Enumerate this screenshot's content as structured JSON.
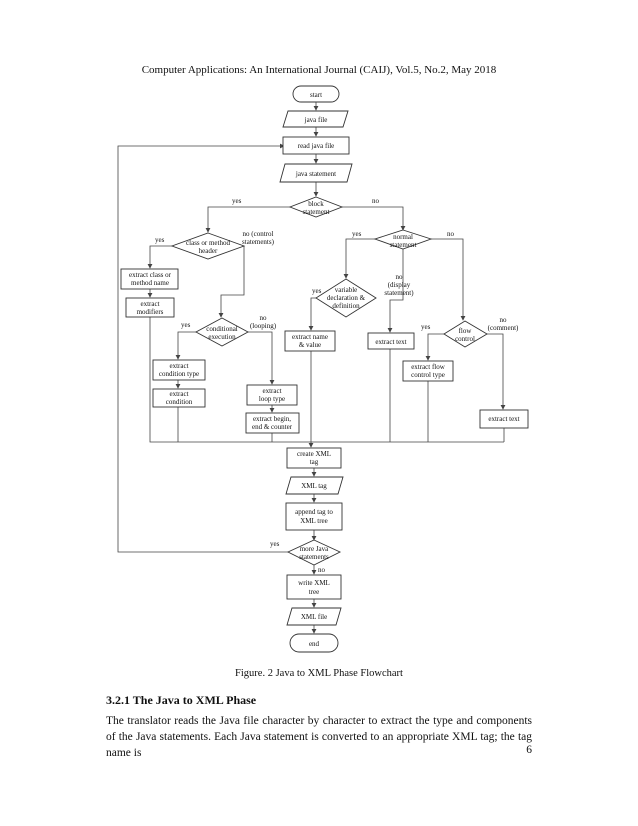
{
  "header": "Computer Applications: An International Journal (CAIJ), Vol.5, No.2, May 2018",
  "flowchart": {
    "start": "start",
    "java_file": "java file",
    "read_java_file": "read java file",
    "java_statement": "java statement",
    "block_statement": [
      "block",
      "statement"
    ],
    "class_or_method_header": [
      "class or method",
      "header"
    ],
    "normal_statement": [
      "normal",
      "statement"
    ],
    "extract_class_or_method_name": [
      "extract class or",
      "method name"
    ],
    "extract_modifiers": [
      "extract",
      "modifiers"
    ],
    "conditional_execution": [
      "conditional",
      "execution"
    ],
    "variable_declaration_definition": [
      "variable",
      "declaration &",
      "definition"
    ],
    "extract_name_value": [
      "extract name",
      "& value"
    ],
    "extract_text_1": "extract text",
    "flow_control": [
      "flow",
      "control"
    ],
    "extract_condition_type": [
      "extract",
      "condition type"
    ],
    "extract_condition": [
      "extract",
      "condition"
    ],
    "extract_loop_type": [
      "extract",
      "loop type"
    ],
    "extract_begin_end_counter": [
      "extract begin,",
      "end & counter"
    ],
    "extract_flow_control_type": [
      "extract flow",
      "control type"
    ],
    "extract_text_2": "extract text",
    "create_xml_tag": [
      "create XML",
      "tag"
    ],
    "xml_tag": "XML tag",
    "append_tag": [
      "append tag to",
      "XML tree"
    ],
    "more_java_statements": [
      "more Java",
      "statements"
    ],
    "write_xml_tree": [
      "write XML",
      "tree"
    ],
    "xml_file": "XML file",
    "end": "end",
    "labels": {
      "yes": "yes",
      "no": "no",
      "no_control": [
        "no (control",
        "statements)"
      ],
      "no_display": [
        "no",
        "(display",
        "statement)"
      ],
      "no_looping": [
        "no",
        "(looping)"
      ],
      "no_comment": [
        "no",
        "(comment)"
      ]
    }
  },
  "caption": "Figure. 2 Java to XML Phase Flowchart",
  "section_heading": "3.2.1 The Java to XML Phase",
  "paragraph": "The translator reads the Java file character by character to extract the type and components of the Java statements. Each Java statement is converted to an appropriate XML tag; the tag name is",
  "page_number": "6"
}
